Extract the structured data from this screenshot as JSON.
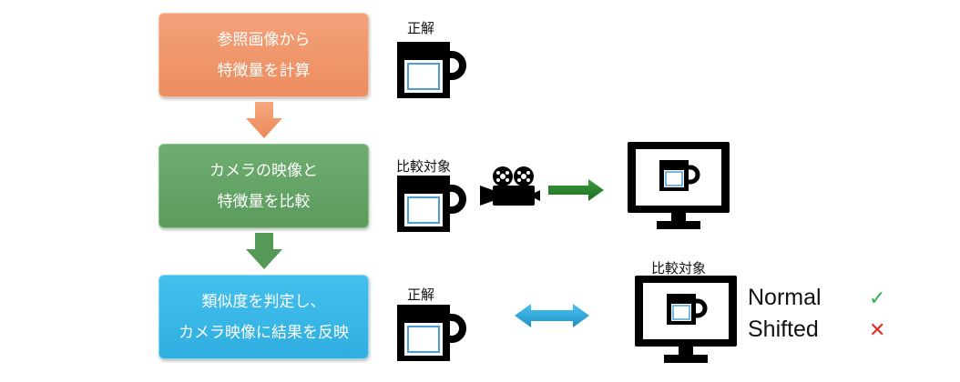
{
  "steps": [
    {
      "line1": "参照画像から",
      "line2": "特徴量を計算",
      "color": "#ee9163"
    },
    {
      "line1": "カメラの映像と",
      "line2": "特徴量を比較",
      "color": "#5e9f60"
    },
    {
      "line1": "類似度を判定し、",
      "line2": "カメラ映像に結果を反映",
      "color": "#34b2e2"
    }
  ],
  "labels": {
    "correct_top": "正解",
    "compare_mid": "比較対象",
    "correct_bottom": "正解",
    "compare_bottom": "比較対象"
  },
  "legend": {
    "normal": "Normal",
    "shifted": "Shifted",
    "normal_mark": "✓",
    "shifted_mark": "✕",
    "normal_color": "#2fb34a",
    "shifted_color": "#e0302a"
  },
  "icons": [
    "mug-icon",
    "video-camera-icon",
    "monitor-icon",
    "arrow-down-icon",
    "arrow-right-icon",
    "double-arrow-icon"
  ]
}
